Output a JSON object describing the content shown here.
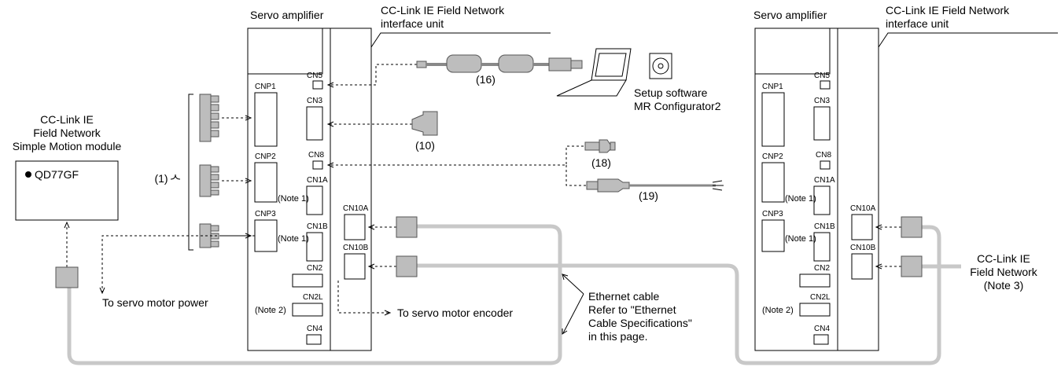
{
  "left_amp": {
    "title": "Servo amplifier",
    "iface_title_1": "CC-Link IE Field Network",
    "iface_title_2": "interface unit",
    "cn": {
      "cnp1": "CNP1",
      "cnp2": "CNP2",
      "cnp3": "CNP3",
      "cn5": "CN5",
      "cn3": "CN3",
      "cn8": "CN8",
      "cn1a": "CN1A",
      "cn1b": "CN1B",
      "cn2": "CN2",
      "cn2l": "CN2L",
      "cn4": "CN4",
      "cn10a": "CN10A",
      "cn10b": "CN10B"
    },
    "note1a": "(Note 1)",
    "note1b": "(Note 1)",
    "note2": "(Note 2)"
  },
  "right_amp": {
    "title": "Servo amplifier",
    "iface_title_1": "CC-Link IE Field Network",
    "iface_title_2": "interface unit",
    "cn": {
      "cnp1": "CNP1",
      "cnp2": "CNP2",
      "cnp3": "CNP3",
      "cn5": "CN5",
      "cn3": "CN3",
      "cn8": "CN8",
      "cn1a": "CN1A",
      "cn1b": "CN1B",
      "cn2": "CN2",
      "cn2l": "CN2L",
      "cn4": "CN4",
      "cn10a": "CN10A",
      "cn10b": "CN10B"
    },
    "note1a": "(Note 1)",
    "note1b": "(Note 1)",
    "note2": "(Note 2)"
  },
  "module": {
    "line1": "CC-Link IE",
    "line2": "Field Network",
    "line3": "Simple Motion module",
    "model": "QD77GF"
  },
  "labels": {
    "item1": "(1)",
    "item10": "(10)",
    "item16": "(16)",
    "item18": "(18)",
    "item19": "(19)",
    "setup1": "Setup software",
    "setup2": "MR Configurator2",
    "motor_power": "To servo motor power",
    "motor_encoder": "To servo motor encoder",
    "eth1": "Ethernet cable",
    "eth2": "Refer to \"Ethernet",
    "eth3": "Cable Specifications\"",
    "eth4": "in this page.",
    "net1": "CC-Link IE",
    "net2": "Field Network",
    "net3": "(Note 3)"
  }
}
